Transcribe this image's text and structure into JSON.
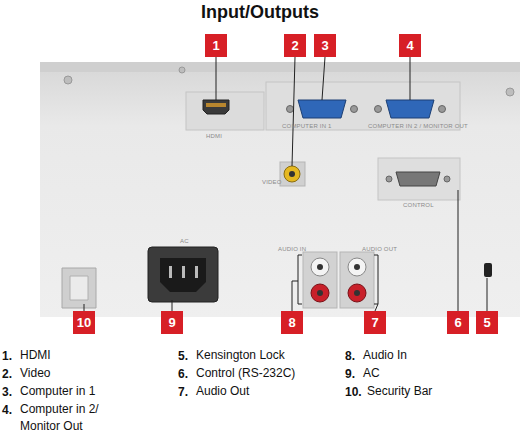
{
  "diagram": {
    "title": "Input/Outputs",
    "nodes": [
      {
        "text": [
          "1"
        ]
      },
      {
        "text": [
          "2"
        ]
      },
      {
        "text": [
          "3"
        ]
      },
      {
        "text": [
          "4"
        ]
      },
      {
        "text": [
          "10"
        ]
      },
      {
        "text": [
          "9"
        ]
      },
      {
        "text": [
          "8"
        ]
      },
      {
        "text": [
          "7"
        ]
      },
      {
        "text": [
          "6"
        ]
      },
      {
        "text": [
          "5"
        ]
      }
    ],
    "labels": [
      "HDMI",
      "COMPUTER IN 1",
      "COMPUTER IN 2 / MONITOR OUT",
      "VIDEO",
      "AUDIO IN",
      "AUDIO OUT",
      "CONTROL",
      "AC",
      "1.",
      "HDMI",
      "2.",
      "Video",
      "3.",
      "Computer in 1",
      "4.",
      "Computer in 2/ Monitor Out",
      "5.",
      "Kensington Lock",
      "6.",
      "Control (RS-232C)",
      "7.",
      "Audio Out",
      "8.",
      "Audio In",
      "9.",
      "AC",
      "10.",
      "Security Bar"
    ]
  }
}
